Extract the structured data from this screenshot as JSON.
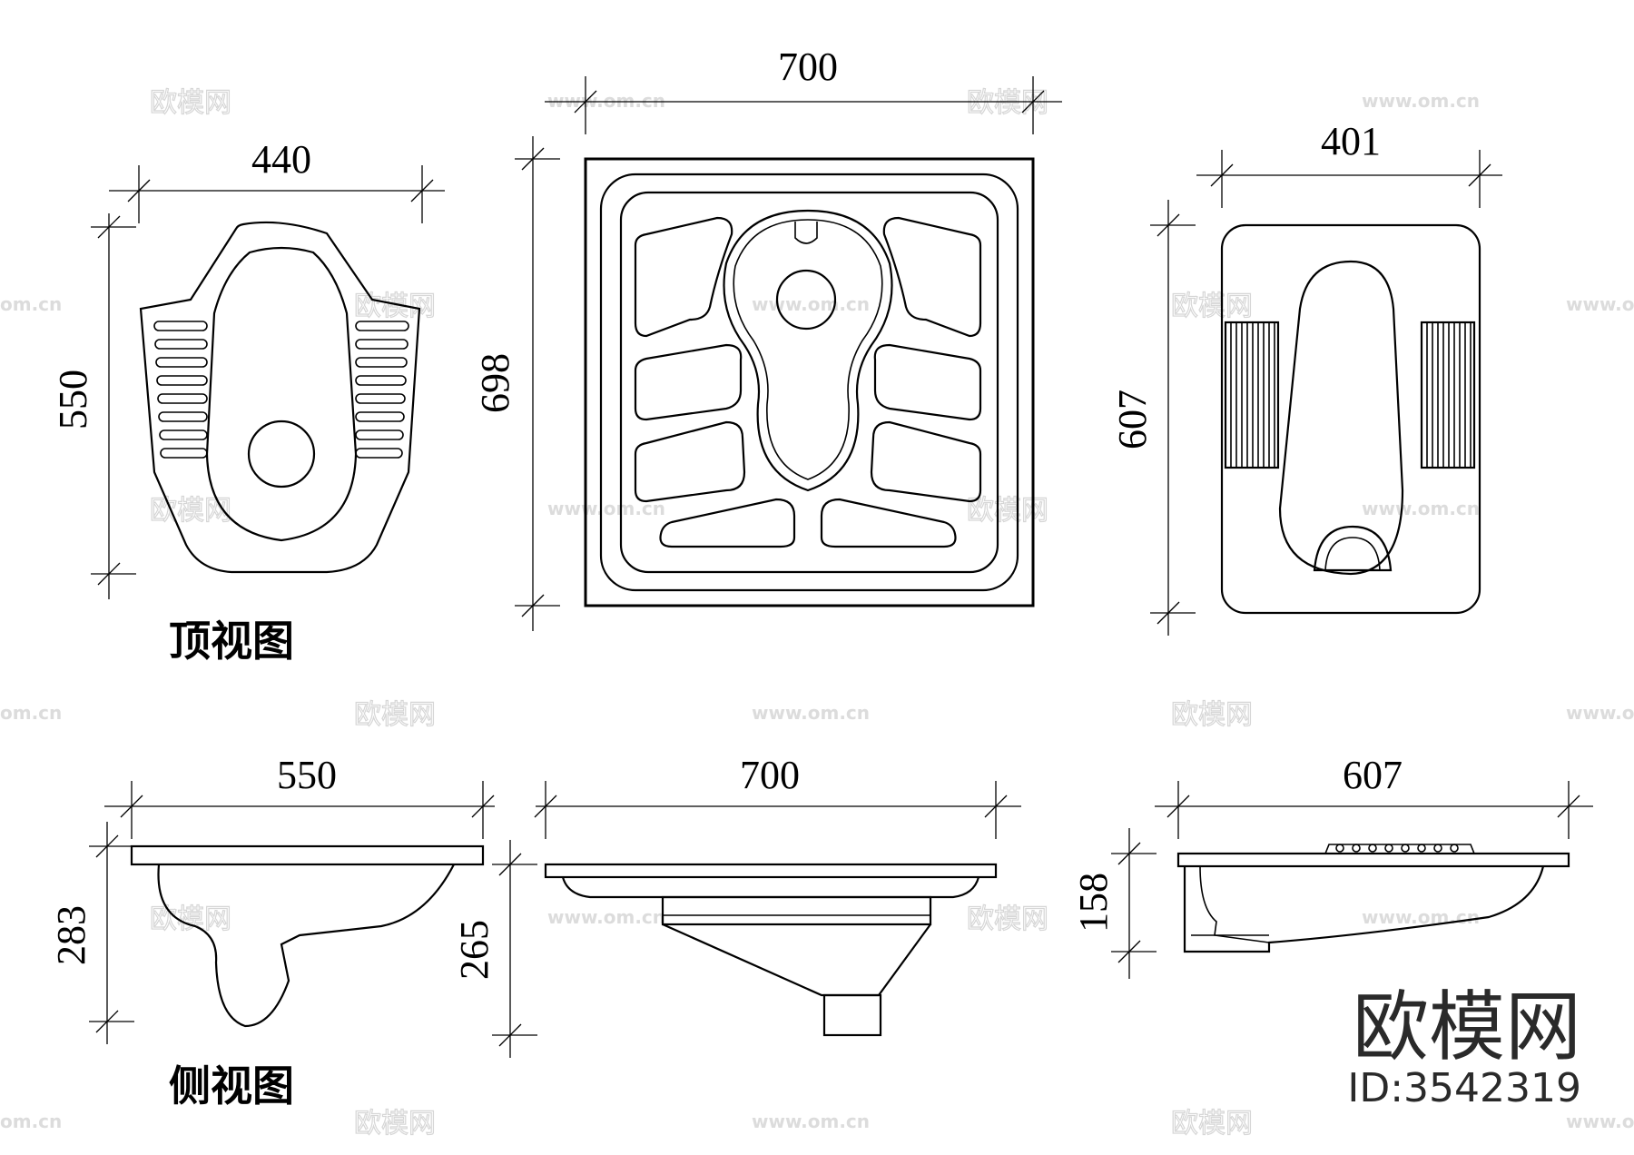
{
  "top_view": {
    "label": "顶视图",
    "dim_a": {
      "width": "440",
      "height": "550"
    },
    "dim_b": {
      "width": "700",
      "height": "698"
    },
    "dim_c": {
      "width": "401",
      "height": "607"
    }
  },
  "side_view": {
    "label": "侧视图",
    "dim_a": {
      "width": "550",
      "height": "283"
    },
    "dim_b": {
      "width": "700",
      "height": "265"
    },
    "dim_c": {
      "width": "607",
      "height": "158"
    }
  },
  "brand": {
    "name": "欧模网",
    "id": "ID:3542319"
  },
  "watermark": {
    "logo": "欧模网",
    "url": "www.om.cn",
    "url_short": "om.cn"
  }
}
